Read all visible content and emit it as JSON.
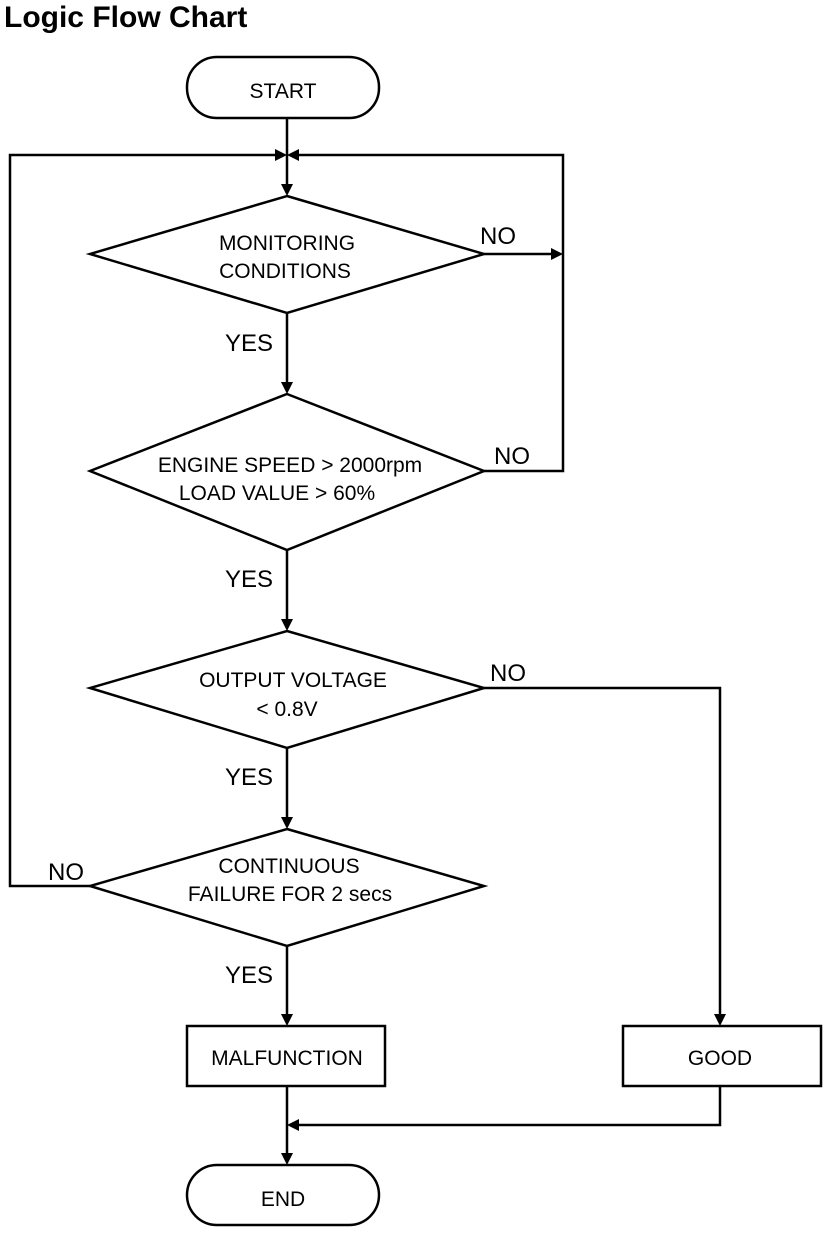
{
  "title": "Logic Flow Chart",
  "nodes": {
    "start": "START",
    "monitoring": [
      "MONITORING",
      "CONDITIONS"
    ],
    "engine": [
      "ENGINE SPEED > 2000rpm",
      "LOAD VALUE > 60%"
    ],
    "voltage": [
      "OUTPUT VOLTAGE",
      "< 0.8V"
    ],
    "continuous": [
      "CONTINUOUS",
      "FAILURE FOR 2 secs"
    ],
    "malfunction": "MALFUNCTION",
    "good": "GOOD",
    "end": "END"
  },
  "edges": {
    "yes": "YES",
    "no": "NO"
  }
}
